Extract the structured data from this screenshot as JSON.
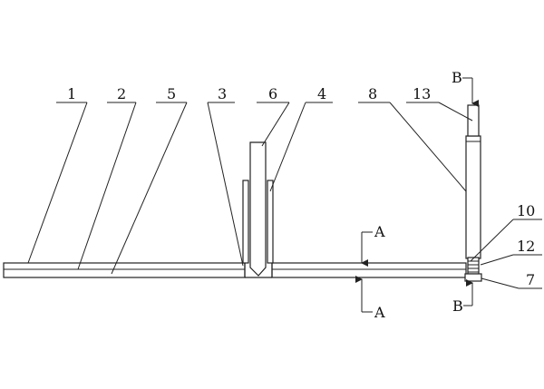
{
  "labels": {
    "l1": "1",
    "l2": "2",
    "l5": "5",
    "l3": "3",
    "l6": "6",
    "l4": "4",
    "l8": "8",
    "l13": "13",
    "l10": "10",
    "l12": "12",
    "l7": "7",
    "section_a_top": "A",
    "section_a_bottom": "A",
    "section_b_top": "B",
    "section_b_bottom": "B"
  }
}
